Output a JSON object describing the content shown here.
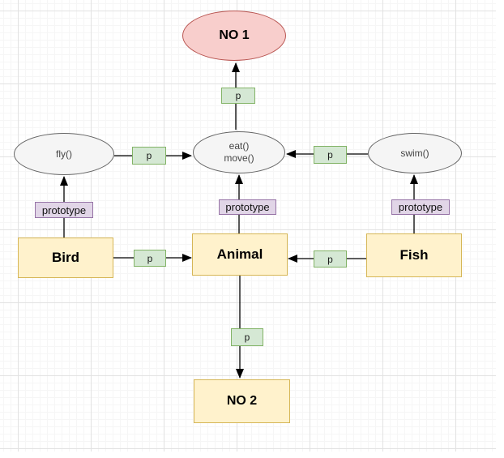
{
  "diagram": {
    "nodes": {
      "no1": {
        "label": "NO 1"
      },
      "eat_move": {
        "line1": "eat()",
        "line2": "move()"
      },
      "fly": {
        "label": "fly()"
      },
      "swim": {
        "label": "swim()"
      },
      "bird": {
        "label": "Bird"
      },
      "animal": {
        "label": "Animal"
      },
      "fish": {
        "label": "Fish"
      },
      "no2": {
        "label": "NO 2"
      }
    },
    "edge_labels": {
      "p": "p",
      "prototype": "prototype"
    },
    "colors": {
      "node_red_fill": "#f8cecc",
      "node_red_stroke": "#b85450",
      "node_yellow_fill": "#fff2cc",
      "node_yellow_stroke": "#d6b656",
      "node_gray_fill": "#f5f5f5",
      "node_gray_stroke": "#666666",
      "label_green_fill": "#d5e8d4",
      "label_green_stroke": "#82b366",
      "label_purple_fill": "#e1d5e7",
      "label_purple_stroke": "#9673a6",
      "edge_stroke": "#000000",
      "grid_minor": "#f6f6f6",
      "grid_major": "#e2e2e2"
    }
  }
}
